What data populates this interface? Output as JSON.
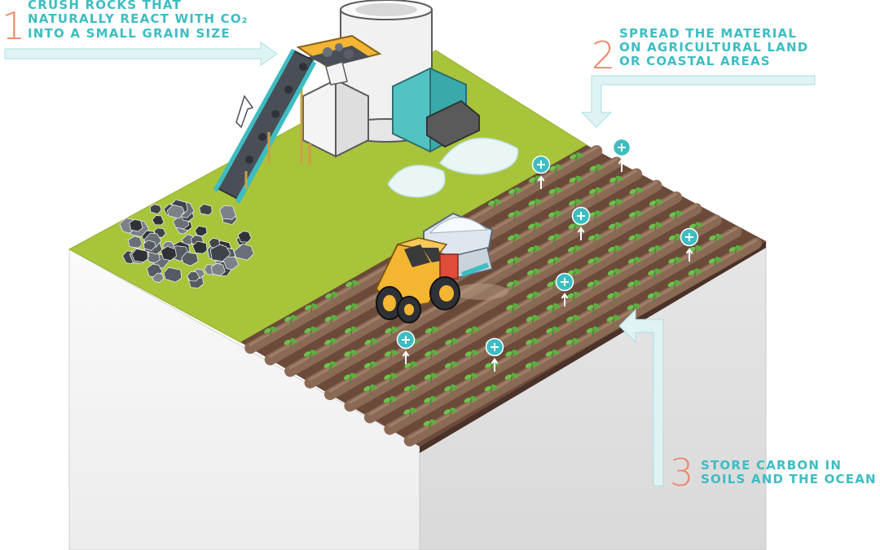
{
  "steps": [
    {
      "number": "1",
      "lines": [
        "CRUSH ROCKS THAT",
        "NATURALLY REACT WITH CO₂",
        "INTO A SMALL GRAIN SIZE"
      ]
    },
    {
      "number": "2",
      "lines": [
        "SPREAD THE MATERIAL",
        "ON AGRICULTURAL LAND",
        "OR COASTAL AREAS"
      ]
    },
    {
      "number": "3",
      "lines": [
        "STORE CARBON IN",
        "SOILS AND THE OCEAN"
      ]
    }
  ],
  "colors": {
    "accent": "#3dbdc2",
    "number": "#ec8a6c",
    "grass": "#a8c43a",
    "soil": "#7a5a48",
    "rock": "#4a4f57",
    "tractor": "#f4b533",
    "plant": "#6cc24a",
    "block_side": "#f2f2f2"
  },
  "icons": [
    "conveyor-belt-icon",
    "silo-icon",
    "rock-pile-icon",
    "tractor-icon",
    "plant-icon",
    "carbon-plus-icon",
    "arrow-icon"
  ]
}
